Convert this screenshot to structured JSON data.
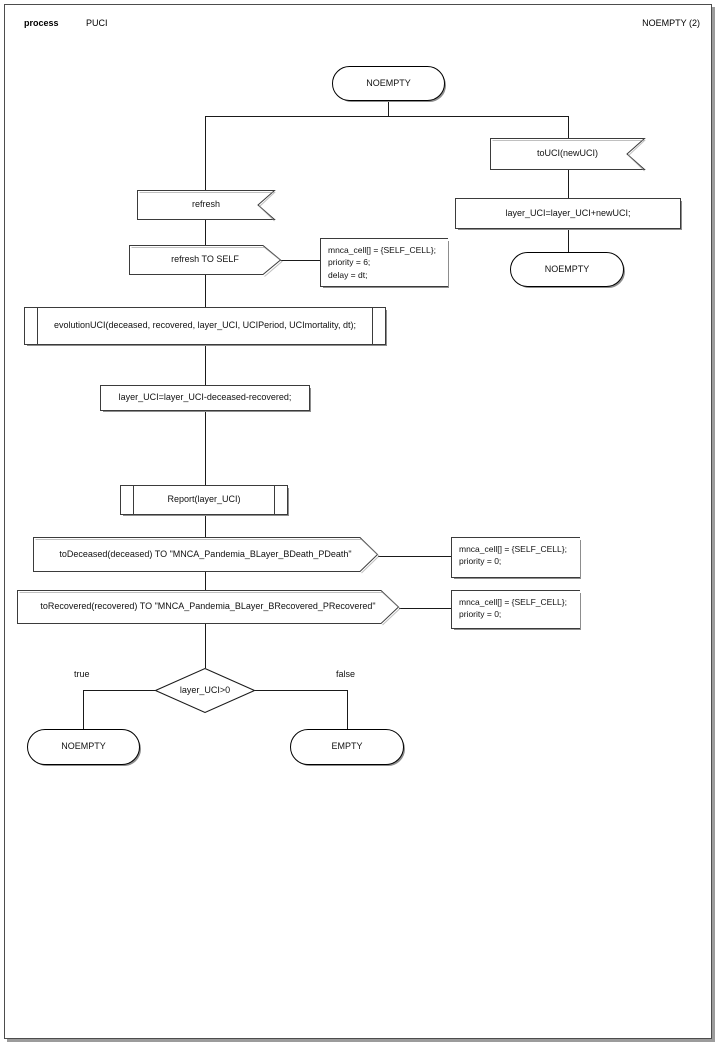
{
  "header": {
    "kind_label": "process",
    "process_name": "PUCI",
    "page_label": "NOEMPTY (2)"
  },
  "diagram": {
    "type": "sdl-process-flowchart",
    "nodes": [
      {
        "id": "state-start",
        "shape": "state",
        "text": "NOEMPTY"
      },
      {
        "id": "input-touci",
        "shape": "input-signal",
        "text": "toUCI(newUCI)"
      },
      {
        "id": "task-add-uci",
        "shape": "task",
        "text": "layer_UCI=layer_UCI+newUCI;"
      },
      {
        "id": "state-noempty-right",
        "shape": "state",
        "text": "NOEMPTY"
      },
      {
        "id": "input-refresh",
        "shape": "input-signal",
        "text": "refresh"
      },
      {
        "id": "output-refresh-self",
        "shape": "output-signal",
        "text": "refresh TO SELF"
      },
      {
        "id": "proc-evolution",
        "shape": "procedure-call",
        "text": "evolutionUCI(deceased, recovered, layer_UCI, UCIPeriod, UCImortality, dt);"
      },
      {
        "id": "task-subtract",
        "shape": "task",
        "text": "layer_UCI=layer_UCI-deceased-recovered;"
      },
      {
        "id": "proc-report",
        "shape": "procedure-call",
        "text": "Report(layer_UCI)"
      },
      {
        "id": "output-deceased",
        "shape": "output-signal",
        "text": "toDeceased(deceased) TO \"MNCA_Pandemia_BLayer_BDeath_PDeath\""
      },
      {
        "id": "output-recovered",
        "shape": "output-signal",
        "text": "toRecovered(recovered) TO \"MNCA_Pandemia_BLayer_BRecovered_PRecovered\""
      },
      {
        "id": "decision-layer",
        "shape": "decision",
        "text": "layer_UCI>0"
      },
      {
        "id": "state-noempty-true",
        "shape": "state",
        "text": "NOEMPTY"
      },
      {
        "id": "state-empty-false",
        "shape": "state",
        "text": "EMPTY"
      }
    ],
    "comments": [
      {
        "id": "comment-refresh",
        "text": "mnca_cell[] = {SELF_CELL};\npriority = 6;\ndelay = dt;"
      },
      {
        "id": "comment-deceased",
        "text": "mnca_cell[] = {SELF_CELL};\npriority = 0;"
      },
      {
        "id": "comment-recovered",
        "text": "mnca_cell[] = {SELF_CELL};\npriority = 0;"
      }
    ],
    "branch_labels": {
      "true": "true",
      "false": "false"
    },
    "colors": {
      "line": "#1a1a1a",
      "shape_stroke": "#3b3b3b",
      "shadow": "#8d8d8d",
      "page_border": "#4d4d4d",
      "background": "#ffffff",
      "text": "#111111"
    }
  }
}
